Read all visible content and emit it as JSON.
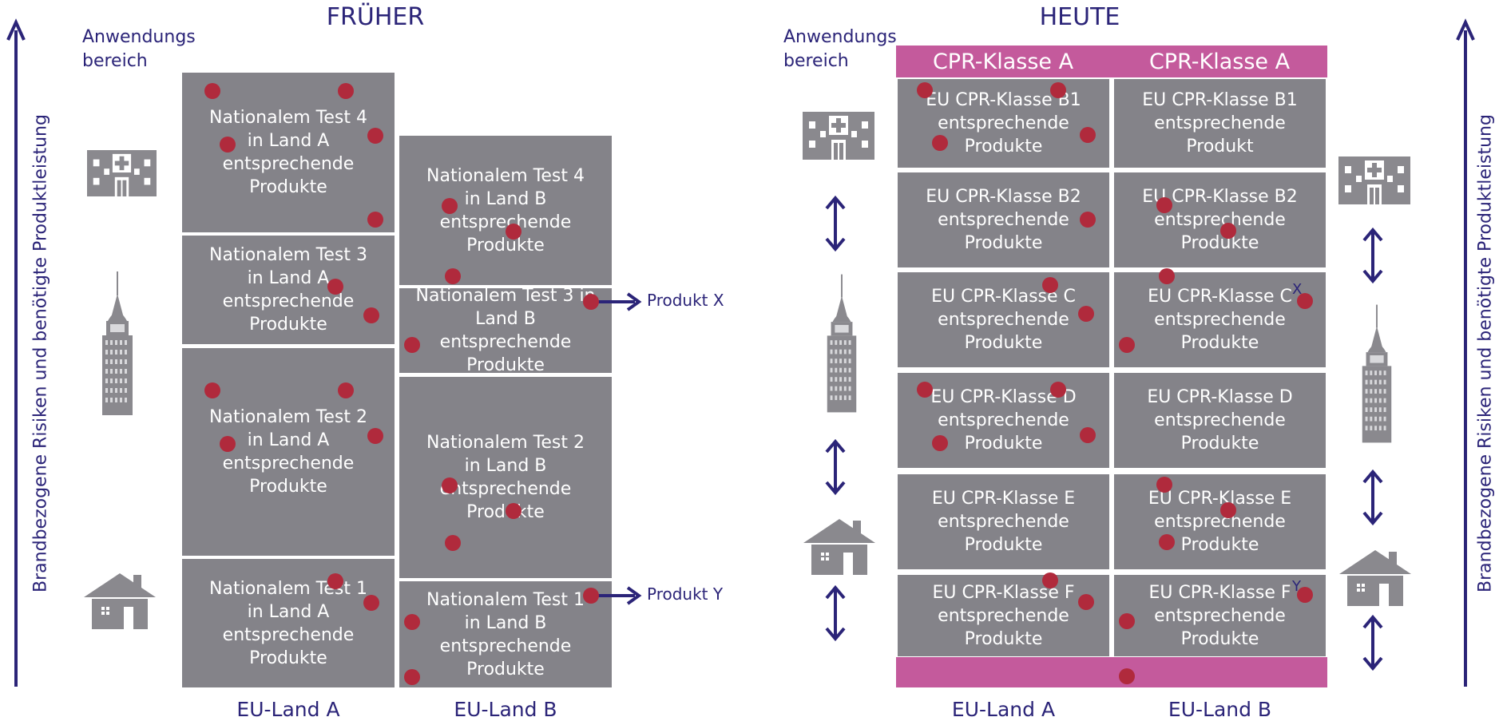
{
  "colors": {
    "accent": "#2b2478",
    "cell": "#848389",
    "magenta": "#c45a9c",
    "dot": "#b02a3c"
  },
  "left": {
    "heading": "FRÜHER",
    "area_label_1": "Anwendungs",
    "area_label_2": "bereich",
    "axis_label": "Brandbezogene Risiken und benötigte Produktleistung",
    "col_a": "EU-Land A",
    "col_b": "EU-Land B",
    "land_a": [
      [
        "Nationalem Test 4",
        "in Land A",
        "entsprechende",
        "Produkte"
      ],
      [
        "Nationalem Test 3",
        "in Land A",
        "entsprechende",
        "Produkte"
      ],
      [
        "Nationalem Test 2",
        "in Land A",
        "entsprechende",
        "Produkte"
      ],
      [
        "Nationalem Test 1",
        "in Land A",
        "entsprechende",
        "Produkte"
      ]
    ],
    "land_b": [
      [
        "Nationalem Test 4",
        "in Land B",
        "entsprechende",
        "Produkte"
      ],
      [
        "Nationalem Test 3 in",
        "Land B",
        "entsprechende",
        "Produkte"
      ],
      [
        "Nationalem Test 2",
        "in Land B",
        "entsprechende",
        "Produkte"
      ],
      [
        "Nationalem Test 1",
        "in Land B",
        "entsprechende",
        "Produkte"
      ]
    ],
    "produkt_x": "Produkt X",
    "produkt_y": "Produkt Y"
  },
  "right": {
    "heading": "HEUTE",
    "area_label_1": "Anwendungs",
    "area_label_2": "bereich",
    "axis_label": "Brandbezogene Risiken und benötigte Produktleistung",
    "header_a": "CPR-Klasse A",
    "header_b": "CPR-Klasse A",
    "col_a": "EU-Land A",
    "col_b": "EU-Land B",
    "land_a": [
      [
        "EU CPR-Klasse B1",
        "entsprechende",
        "Produkte"
      ],
      [
        "EU CPR-Klasse B2",
        "entsprechende",
        "Produkte"
      ],
      [
        "EU CPR-Klasse C",
        "entsprechende",
        "Produkte"
      ],
      [
        "EU CPR-Klasse D",
        "entsprechende",
        "Produkte"
      ],
      [
        "EU CPR-Klasse E",
        "entsprechende",
        "Produkte"
      ],
      [
        "EU CPR-Klasse F",
        "entsprechende",
        "Produkte"
      ]
    ],
    "land_b": [
      [
        "EU CPR-Klasse B1",
        "entsprechende",
        "Produkt"
      ],
      [
        "EU CPR-Klasse B2",
        "entsprechende",
        "Produkte"
      ],
      [
        "EU CPR-Klasse C",
        "entsprechende",
        "Produkte"
      ],
      [
        "EU CPR-Klasse D",
        "entsprechende",
        "Produkte"
      ],
      [
        "EU CPR-Klasse E",
        "entsprechende",
        "Produkte"
      ],
      [
        "EU CPR-Klasse F",
        "entsprechende",
        "Produkte"
      ]
    ],
    "mark_x": "X",
    "mark_y": "Y"
  }
}
